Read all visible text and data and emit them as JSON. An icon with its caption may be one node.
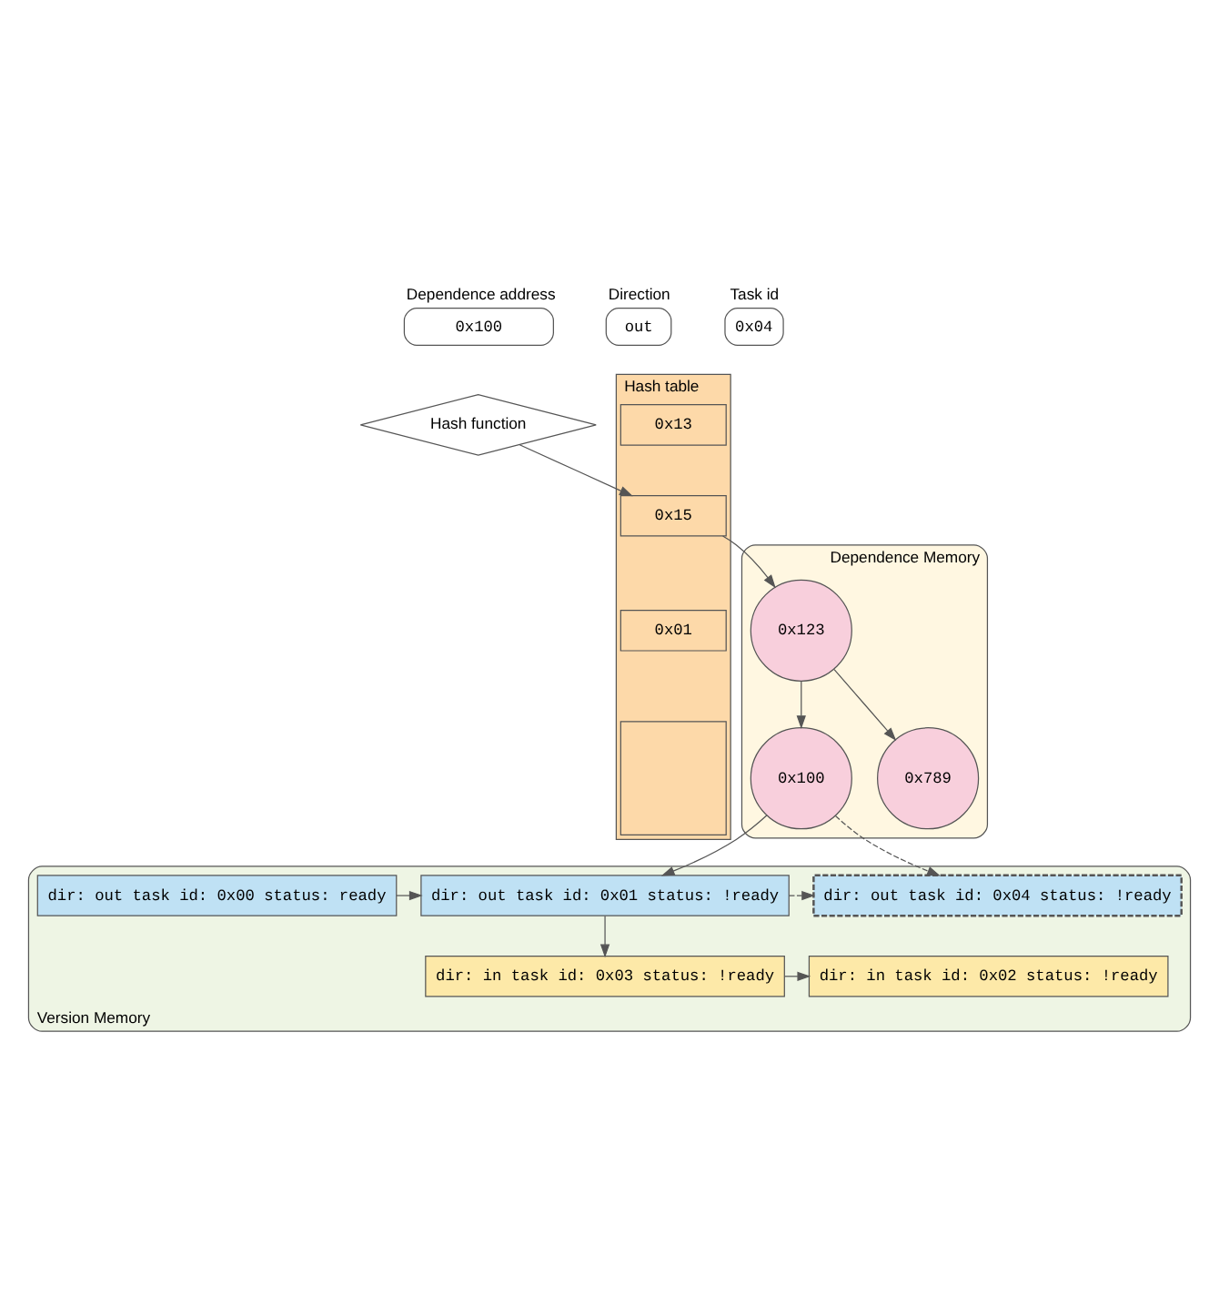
{
  "diagram": {
    "nodes": [
      {
        "text": [
          "Dependence address",
          "0x100"
        ]
      },
      {
        "text": [
          "Direction",
          "out"
        ]
      },
      {
        "text": [
          "Task id",
          "0x04"
        ]
      },
      {
        "text": [
          "Hash function"
        ]
      },
      {
        "text": [
          "Hash table"
        ]
      },
      {
        "text": [
          "0x13"
        ],
        "in": 4
      },
      {
        "text": [
          "0x15"
        ],
        "in": 4
      },
      {
        "text": [
          "0x01"
        ],
        "in": 4
      },
      {
        "text": [],
        "shape": "box",
        "in": 4
      },
      {
        "text": [
          "Dependence Memory"
        ]
      },
      {
        "text": [
          "0x123"
        ],
        "in": 9
      },
      {
        "text": [
          "0x100"
        ],
        "in": 9
      },
      {
        "text": [
          "0x789"
        ],
        "in": 9
      },
      {
        "text": [
          "Version Memory"
        ]
      },
      {
        "text": [
          "dir: out task id: 0x00 status: ready"
        ],
        "in": 13
      },
      {
        "text": [
          "dir: out task id: 0x01 status: !ready"
        ],
        "in": 13
      },
      {
        "text": [
          "dir: out task id: 0x04 status: !ready"
        ],
        "in": 13
      },
      {
        "text": [
          "dir: in task id: 0x03 status: !ready"
        ],
        "in": 13
      },
      {
        "text": [
          "dir: in task id: 0x02 status: !ready"
        ],
        "in": 13
      }
    ],
    "edges": [
      {
        "from": 3,
        "to": 6,
        "arrow": "to"
      },
      {
        "from": 6,
        "to": 10,
        "arrow": "to"
      },
      {
        "from": 10,
        "to": 11,
        "arrow": "to"
      },
      {
        "from": 10,
        "to": 12,
        "arrow": "to"
      },
      {
        "from": 11,
        "to": 15,
        "arrow": "to"
      },
      {
        "from": 11,
        "to": 16,
        "arrow": "to",
        "style": "dashed"
      },
      {
        "from": 14,
        "to": 15,
        "arrow": "to"
      },
      {
        "from": 15,
        "to": 16,
        "arrow": "to",
        "style": "dashed"
      },
      {
        "from": 15,
        "to": 17,
        "arrow": "to"
      },
      {
        "from": 17,
        "to": 18,
        "arrow": "to"
      }
    ]
  }
}
